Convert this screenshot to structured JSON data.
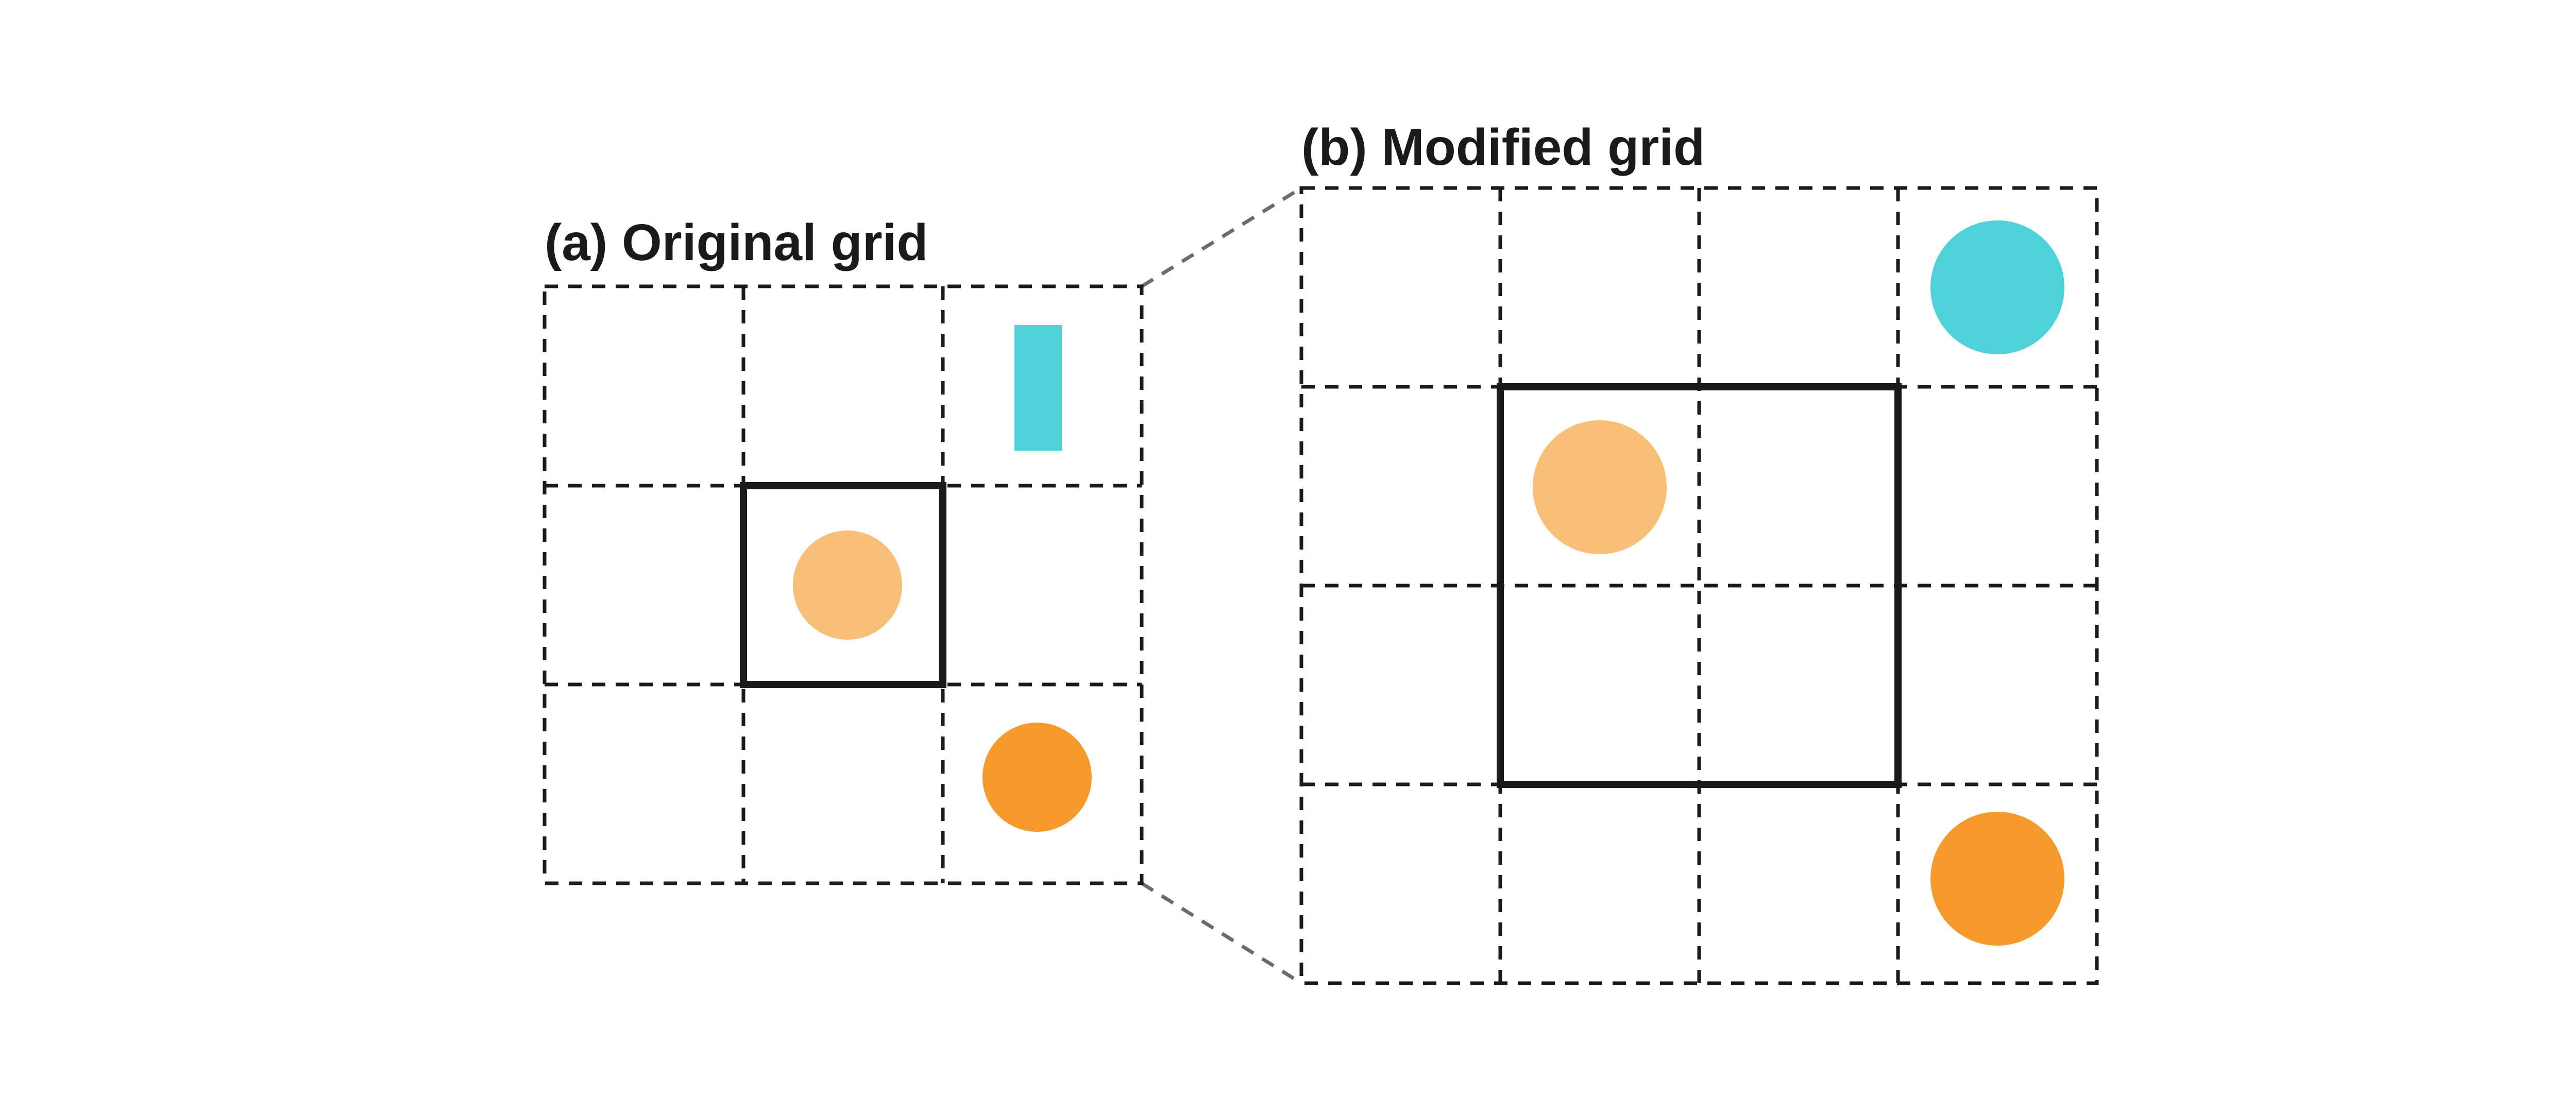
{
  "panels": {
    "original": {
      "title": "(a) Original grid",
      "rows": 3,
      "cols": 3
    },
    "modified": {
      "title": "(b) Modified grid",
      "rows": 4,
      "cols": 4
    }
  },
  "colors": {
    "teal": "#4fd1d8",
    "light_orange": "#f9bf78",
    "orange": "#f79a2d",
    "line": "#1a1a1a",
    "connector": "#6b6b6b",
    "background": "#ffffff"
  }
}
